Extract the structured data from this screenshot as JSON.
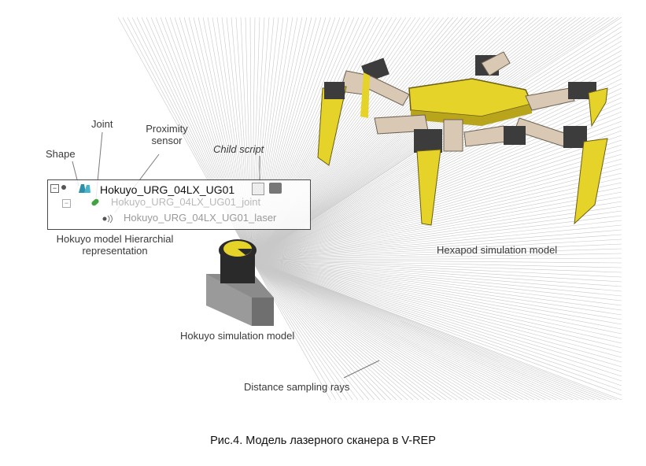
{
  "labels": {
    "joint": "Joint",
    "proximity_sensor_line1": "Proximity",
    "proximity_sensor_line2": "sensor",
    "shape": "Shape",
    "child_script": "Child script",
    "hierarchy_line1": "Hokuyo model Hierarchial",
    "hierarchy_line2": "representation",
    "hexapod_model": "Hexapod simulation model",
    "hokuyo_model": "Hokuyo simulation model",
    "distance_rays": "Distance sampling rays"
  },
  "tree": {
    "root": "Hokuyo_URG_04LX_UG01",
    "joint": "Hokuyo_URG_04LX_UG01_joint",
    "laser": "Hokuyo_URG_04LX_UG01_laser"
  },
  "caption": "Рис.4. Модель лазерного сканера в V-REP",
  "colors": {
    "robot_yellow": "#e6d32a",
    "servo_dark": "#3c3c3c",
    "beige_link": "#d9c9b4",
    "ray_gray": "#c8c8c8"
  },
  "icons": [
    "collapse-box-icon",
    "shape-icon",
    "joint-icon",
    "proximity-sensor-icon",
    "script-icon",
    "camera-icon"
  ]
}
